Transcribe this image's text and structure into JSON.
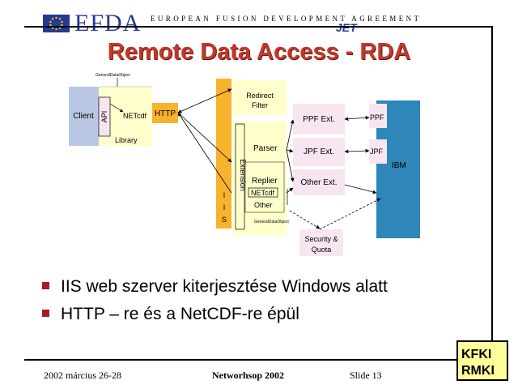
{
  "header": {
    "logo_text": "EFDA",
    "tagline": "EUROPEAN  FUSION  DEVELOPMENT  AGREEMENT",
    "jet_text": "JET"
  },
  "title": "Remote Data Access - RDA",
  "diagram": {
    "general_data_object_top": "GeneralDataObject",
    "client": "Client",
    "api": "API",
    "netcdf": "NETcdf",
    "library": "Library",
    "http": "HTTP",
    "redirect_filter": "Redirect\nFilter",
    "parser": "Parser",
    "extension": "Extension",
    "replier": "Replier",
    "netcdf2": "NETcdf",
    "other": "Other",
    "iis_i1": "I",
    "iis_i2": "I",
    "iis_s": "S",
    "ppf_ext": "PPF Ext.",
    "jpf_ext": "JPF Ext.",
    "other_ext": "Other Ext.",
    "ppf": "PPF",
    "jpf": "JPF",
    "ibm": "IBM",
    "general_data_object_bottom": "GeneralDataObject",
    "security_quota": "Security &\nQuota"
  },
  "bullets": [
    "IIS web szerver kiterjesztése Windows alatt",
    "HTTP – re és a NetCDF-re épül"
  ],
  "footer": {
    "date": "2002 március 26-28",
    "event": "Networhsop 2002",
    "slide": "Slide 13"
  },
  "logo_text": "KFKI RMKI"
}
